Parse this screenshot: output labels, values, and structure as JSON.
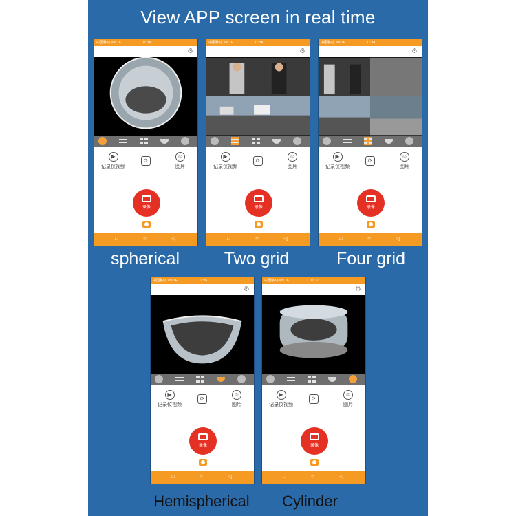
{
  "title": "View APP screen in real time",
  "captions": {
    "spherical": "spherical",
    "two_grid": "Two grid",
    "four_grid": "Four grid",
    "hemispherical": "Hemispherical",
    "cylinder": "Cylinder"
  },
  "status_bar": {
    "carrier": "中国移动",
    "network": "VoLTE",
    "times": [
      "11:34",
      "11:34",
      "11:34",
      "11:35",
      "11:37"
    ]
  },
  "actions": {
    "dashcam_video": "记录仪视频",
    "photos": "图片",
    "record": "录像"
  },
  "icons": {
    "settings": "gear-icon",
    "play": "play-icon",
    "switch_camera": "switch-camera-icon",
    "photos": "photo-album-icon",
    "record": "video-camera-icon",
    "snapshot": "camera-icon",
    "nav_recent": "square-icon",
    "nav_home": "circle-icon",
    "nav_back": "triangle-back-icon"
  },
  "colors": {
    "background": "#2a6aa8",
    "accent": "#f59a23",
    "record": "#e53124",
    "active_mode": "#f5a13a"
  },
  "active_modes": [
    0,
    1,
    2,
    3,
    4
  ]
}
